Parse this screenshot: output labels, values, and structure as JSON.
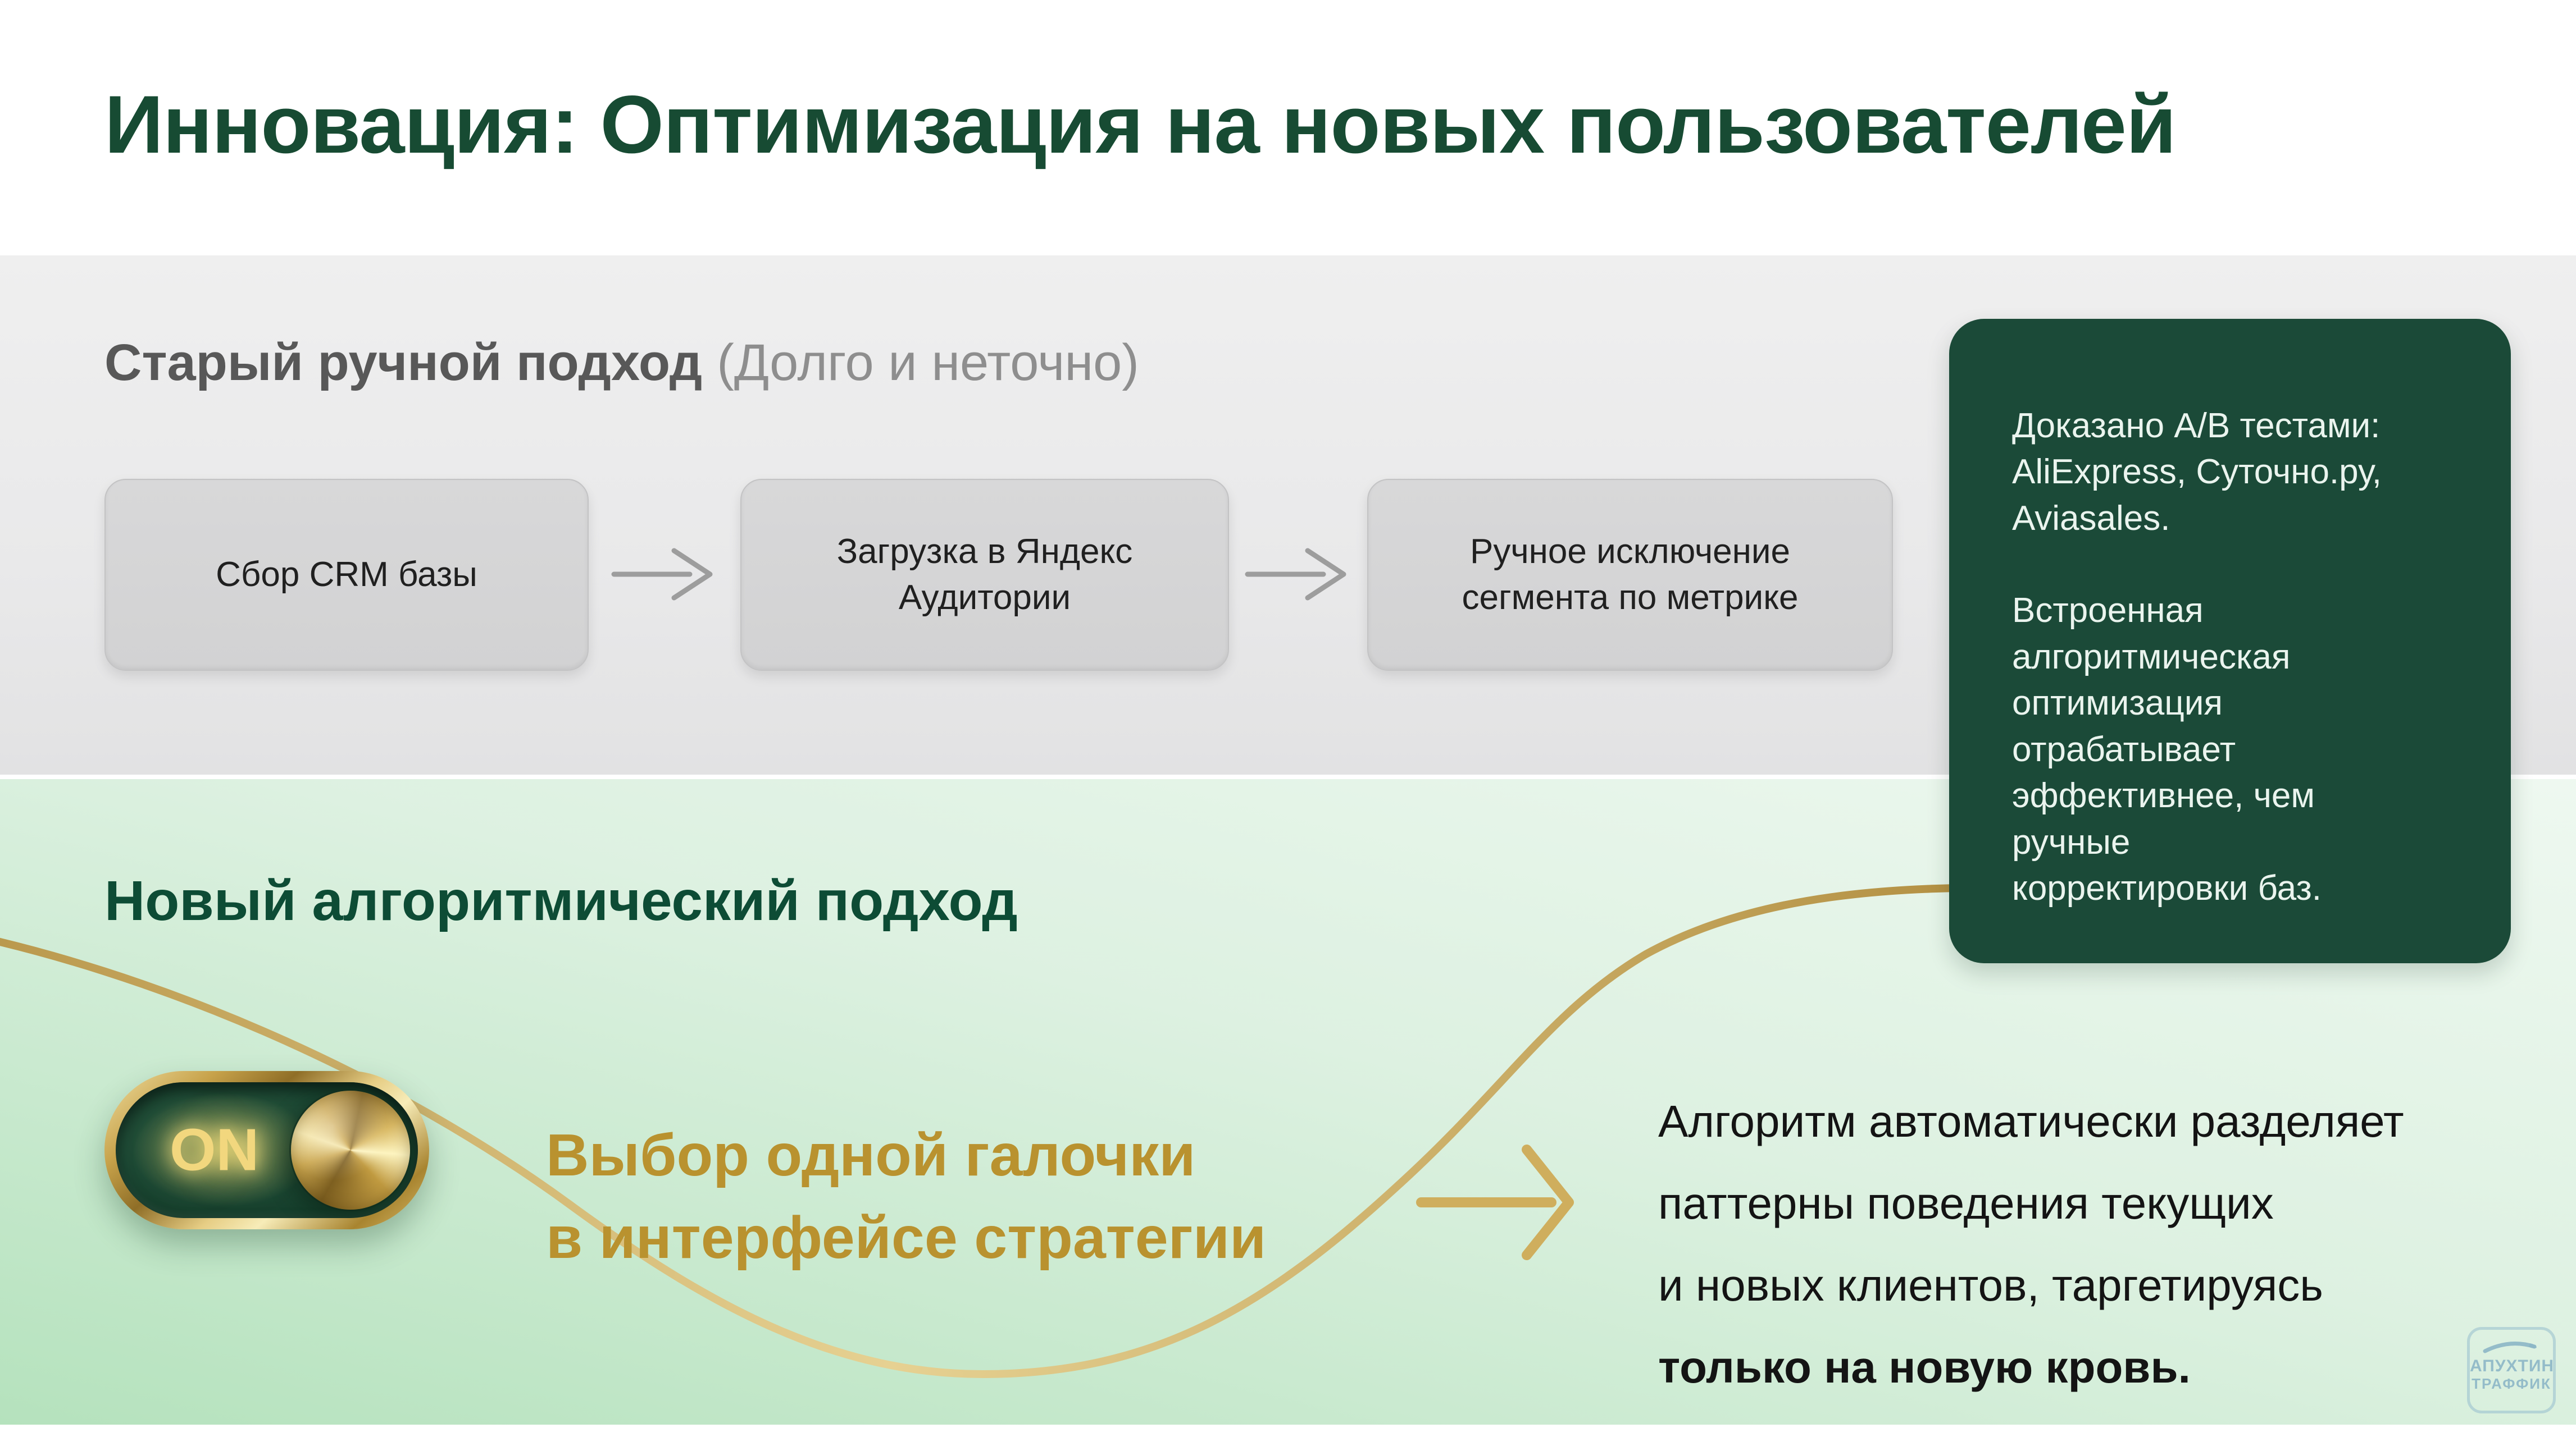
{
  "title": "Инновация: Оптимизация на новых пользователей",
  "old_approach": {
    "heading": "Старый ручной подход",
    "heading_note": "(Долго и неточно)",
    "steps": [
      "Сбор CRM базы",
      "Загрузка в Яндекс\nАудитории",
      "Ручное исключение\nсегмента по метрике"
    ]
  },
  "callout": {
    "proof": "Доказано A/B тестами:\nAliExpress, Суточно.ру,\nAviasales.",
    "benefit": "Встроенная\nалгоритмическая\nоптимизация\nотрабатывает\nэффективнее, чем\nручные\nкорректировки баз."
  },
  "new_approach": {
    "heading": "Новый алгоритмический подход",
    "toggle_state": "ON",
    "highlight": "Выбор одной галочки\nв интерфейсе стратегии",
    "result": "Алгоритм автоматически разделяет\nпаттерны поведения текущих\nи новых клиентов, таргетируясь",
    "result_emphasis": "только на новую кровь."
  },
  "watermark": {
    "line1": "АПУХТИН",
    "line2": "ТРАФФИК"
  },
  "icons": {
    "flow_arrow": "long-right-arrow",
    "gold_arrow": "right-arrow",
    "toggle_knob": "gold-knob",
    "curve": "gold-sweep-curve",
    "swoosh": "logo-swoosh"
  },
  "colors": {
    "title_green": "#174b33",
    "callout_green": "#1b4a38",
    "gold_text": "#b9922f",
    "gold_curve": "#cfae5d",
    "gray_box": "#d4d4d5",
    "band_gray": "#e9e9ea",
    "band_green_dark": "#b5e2bd",
    "logo_blue": "#8cb6c6"
  }
}
